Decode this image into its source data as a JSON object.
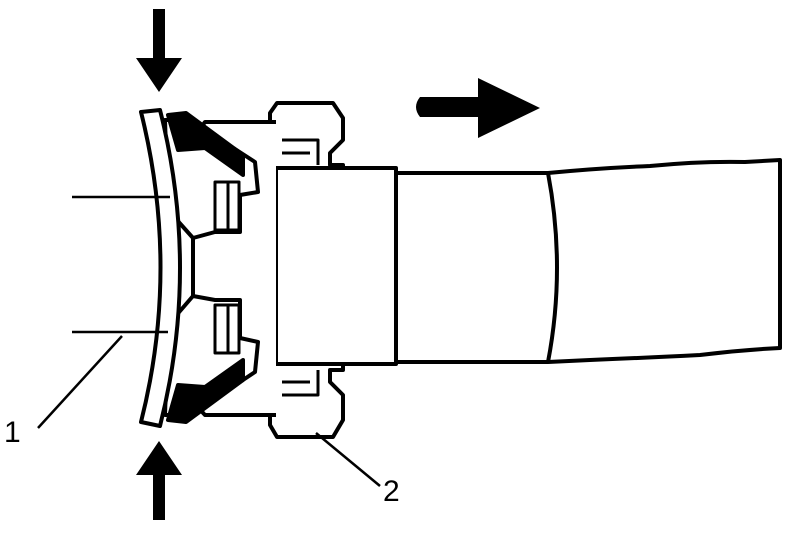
{
  "callouts": [
    {
      "label": "1"
    },
    {
      "label": "2"
    }
  ],
  "arrows": [
    {
      "icon": "down-arrow-icon",
      "meaning": "press"
    },
    {
      "icon": "up-arrow-icon",
      "meaning": "press"
    },
    {
      "icon": "right-arrow-icon",
      "meaning": "pull"
    }
  ],
  "colors": {
    "line": "#000000",
    "background": "#ffffff"
  }
}
